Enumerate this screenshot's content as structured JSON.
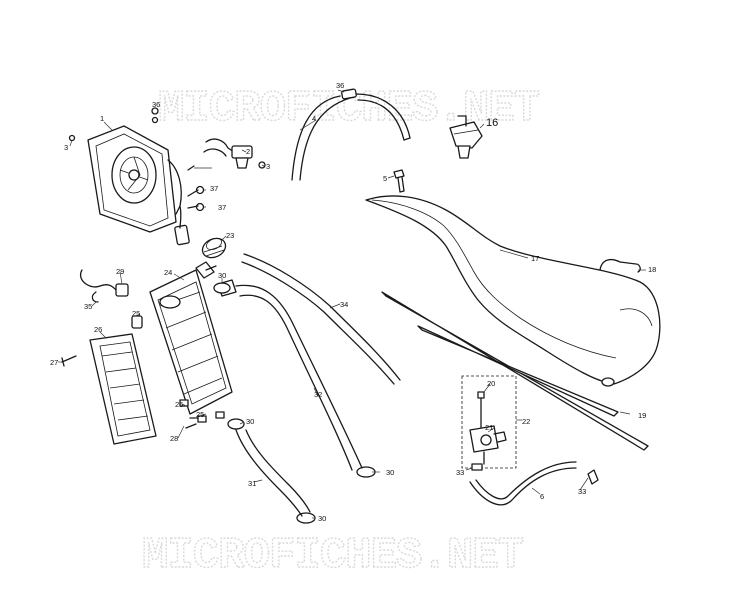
{
  "watermark": {
    "top": "MICROFICHES.NET",
    "bottom": "MICROFICHES.NET"
  },
  "callouts": {
    "p1": "1",
    "p2": "2",
    "p3a": "3",
    "p3b": "3",
    "p4": "4",
    "p5": "5",
    "p6": "6",
    "p16": "16",
    "p17": "17",
    "p18": "18",
    "p19": "19",
    "p20": "20",
    "p21": "21",
    "p22": "22",
    "p23": "23",
    "p24": "24",
    "p25a": "25",
    "p25b": "25",
    "p25c": "25",
    "p26": "26",
    "p27": "27",
    "p28": "28",
    "p29": "29",
    "p30a": "30",
    "p30b": "30",
    "p30c": "30",
    "p30d": "30",
    "p31": "31",
    "p32": "32",
    "p33a": "33",
    "p33b": "33",
    "p34": "34",
    "p35": "35",
    "p36a": "36",
    "p36b": "36",
    "p37a": "37",
    "p37b": "37"
  }
}
